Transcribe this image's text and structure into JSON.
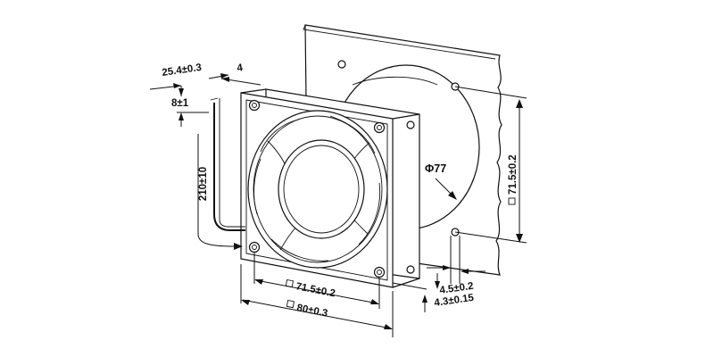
{
  "dimensions": {
    "depth": "25.4±0.3",
    "flange": "4",
    "frame_offset": "8±1",
    "lead_length": "210±10",
    "cutout_diameter": "Φ77",
    "mount_hole_spacing_vertical": "71.5±0.2",
    "mount_hole_spacing_horizontal": "71.5±0.2",
    "frame_size": "80±0.3",
    "hole_diameter_panel": "4.5±0.2",
    "hole_diameter_fan": "4.3±0.15"
  }
}
